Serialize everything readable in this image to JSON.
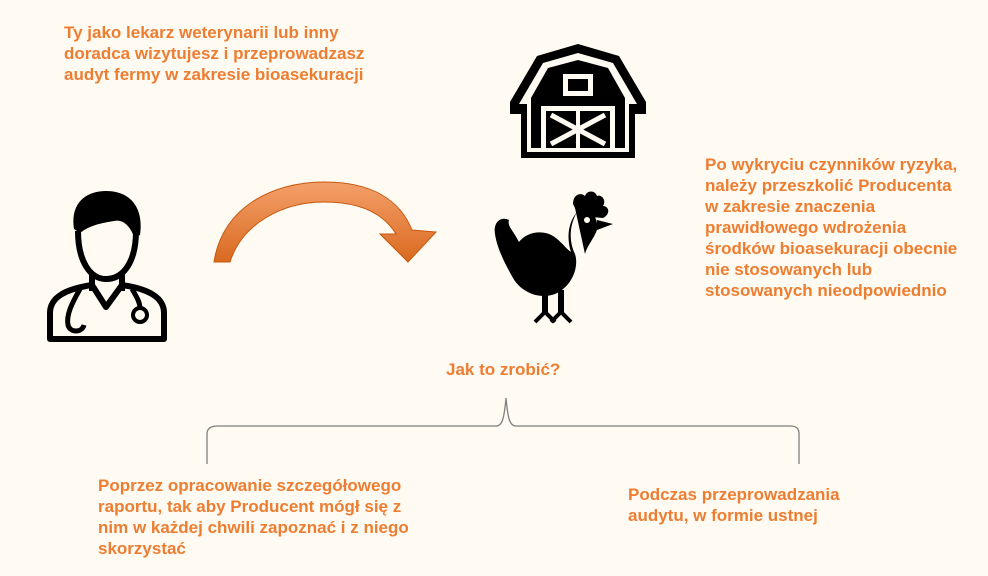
{
  "colors": {
    "accent": "#ed7d31",
    "icon": "#000000",
    "background": "#fffaf2",
    "bracket": "#7f7f7f"
  },
  "icons": {
    "vet": "veterinarian-icon",
    "barn": "barn-icon",
    "chicken": "chicken-icon",
    "arrow": "curved-arrow-icon",
    "bracket": "curly-bracket-icon"
  },
  "intro_text": "Ty jako lekarz weterynarii lub inny\ndoradca wizytujesz i przeprowadzasz\naudyt fermy w zakresie bioasekuracji",
  "risk_text": "Po wykryciu czynników ryzyka,\nnależy przeszkolić Producenta\nw zakresie znaczenia\nprawidłowego wdrożenia\nśrodków bioasekuracji obecnie\nnie stosowanych lub\nstosowanych nieodpowiednio",
  "question": "Jak to zrobić?",
  "options": [
    {
      "text": "Poprzez opracowanie szczegółowego\nraportu, tak aby Producent mógł się z\nnim w każdej chwili zapoznać i z niego\nskorzystać"
    },
    {
      "text": "Podczas przeprowadzania\naudytu, w formie ustnej"
    }
  ]
}
